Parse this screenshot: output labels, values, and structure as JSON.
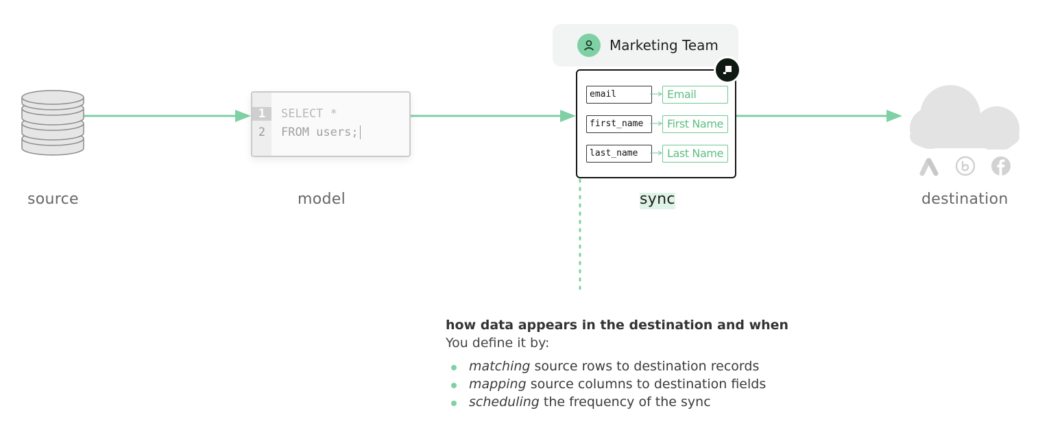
{
  "stages": {
    "source": "source",
    "model": "model",
    "sync": "sync",
    "destination": "destination"
  },
  "model_code": {
    "line_numbers": [
      "1",
      "2"
    ],
    "lines": [
      "SELECT *",
      "FROM users;"
    ]
  },
  "team": {
    "name": "Marketing Team",
    "icon": "user-icon"
  },
  "mappings": [
    {
      "source": "email",
      "destination": "Email"
    },
    {
      "source": "first_name",
      "destination": "First Name"
    },
    {
      "source": "last_name",
      "destination": "Last Name"
    }
  ],
  "destination_icons": [
    "google-ads-icon",
    "braze-icon",
    "facebook-icon"
  ],
  "info": {
    "title": "how data appears in the destination and when",
    "subtitle": "You define it by:",
    "bullets": [
      {
        "em": "matching",
        "rest": " source rows to destination records"
      },
      {
        "em": "mapping",
        "rest": " source columns to destination fields"
      },
      {
        "em": "scheduling",
        "rest": " the frequency of the sync"
      }
    ]
  },
  "colors": {
    "accent": "#7fd0a4",
    "field_green": "#5cbf82",
    "sync_highlight": "#dff3e7",
    "badge_dark": "#0f1a13",
    "muted_gray": "#d8d8d8"
  }
}
